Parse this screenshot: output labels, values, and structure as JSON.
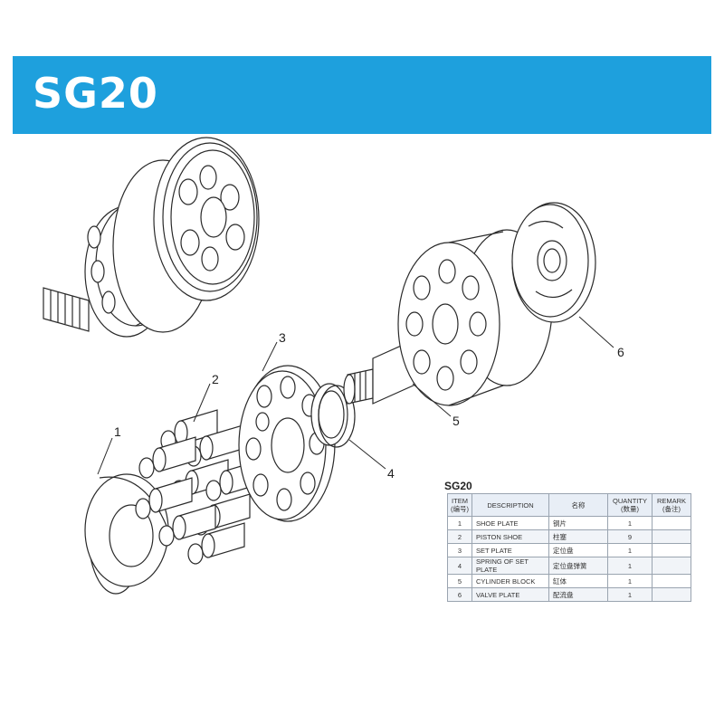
{
  "header": {
    "title": "SG20"
  },
  "callouts": [
    "1",
    "2",
    "3",
    "4",
    "5",
    "6"
  ],
  "parts_table": {
    "title": "SG20",
    "headers": {
      "item": "ITEM",
      "item_cn": "(编号)",
      "description": "DESCRIPTION",
      "name_cn": "名称",
      "quantity": "QUANTITY",
      "quantity_cn": "(数量)",
      "remark": "REMARK",
      "remark_cn": "(备注)"
    },
    "rows": [
      {
        "item": "1",
        "description": "SHOE PLATE",
        "name_cn": "钢片",
        "quantity": "1",
        "remark": ""
      },
      {
        "item": "2",
        "description": "PISTON SHOE",
        "name_cn": "柱塞",
        "quantity": "9",
        "remark": ""
      },
      {
        "item": "3",
        "description": "SET PLATE",
        "name_cn": "定位盘",
        "quantity": "1",
        "remark": ""
      },
      {
        "item": "4",
        "description": "SPRING OF SET PLATE",
        "name_cn": "定位盘弹簧",
        "quantity": "1",
        "remark": ""
      },
      {
        "item": "5",
        "description": "CYLINDER BLOCK",
        "name_cn": "缸体",
        "quantity": "1",
        "remark": ""
      },
      {
        "item": "6",
        "description": "VALVE PLATE",
        "name_cn": "配流盘",
        "quantity": "1",
        "remark": ""
      }
    ]
  }
}
